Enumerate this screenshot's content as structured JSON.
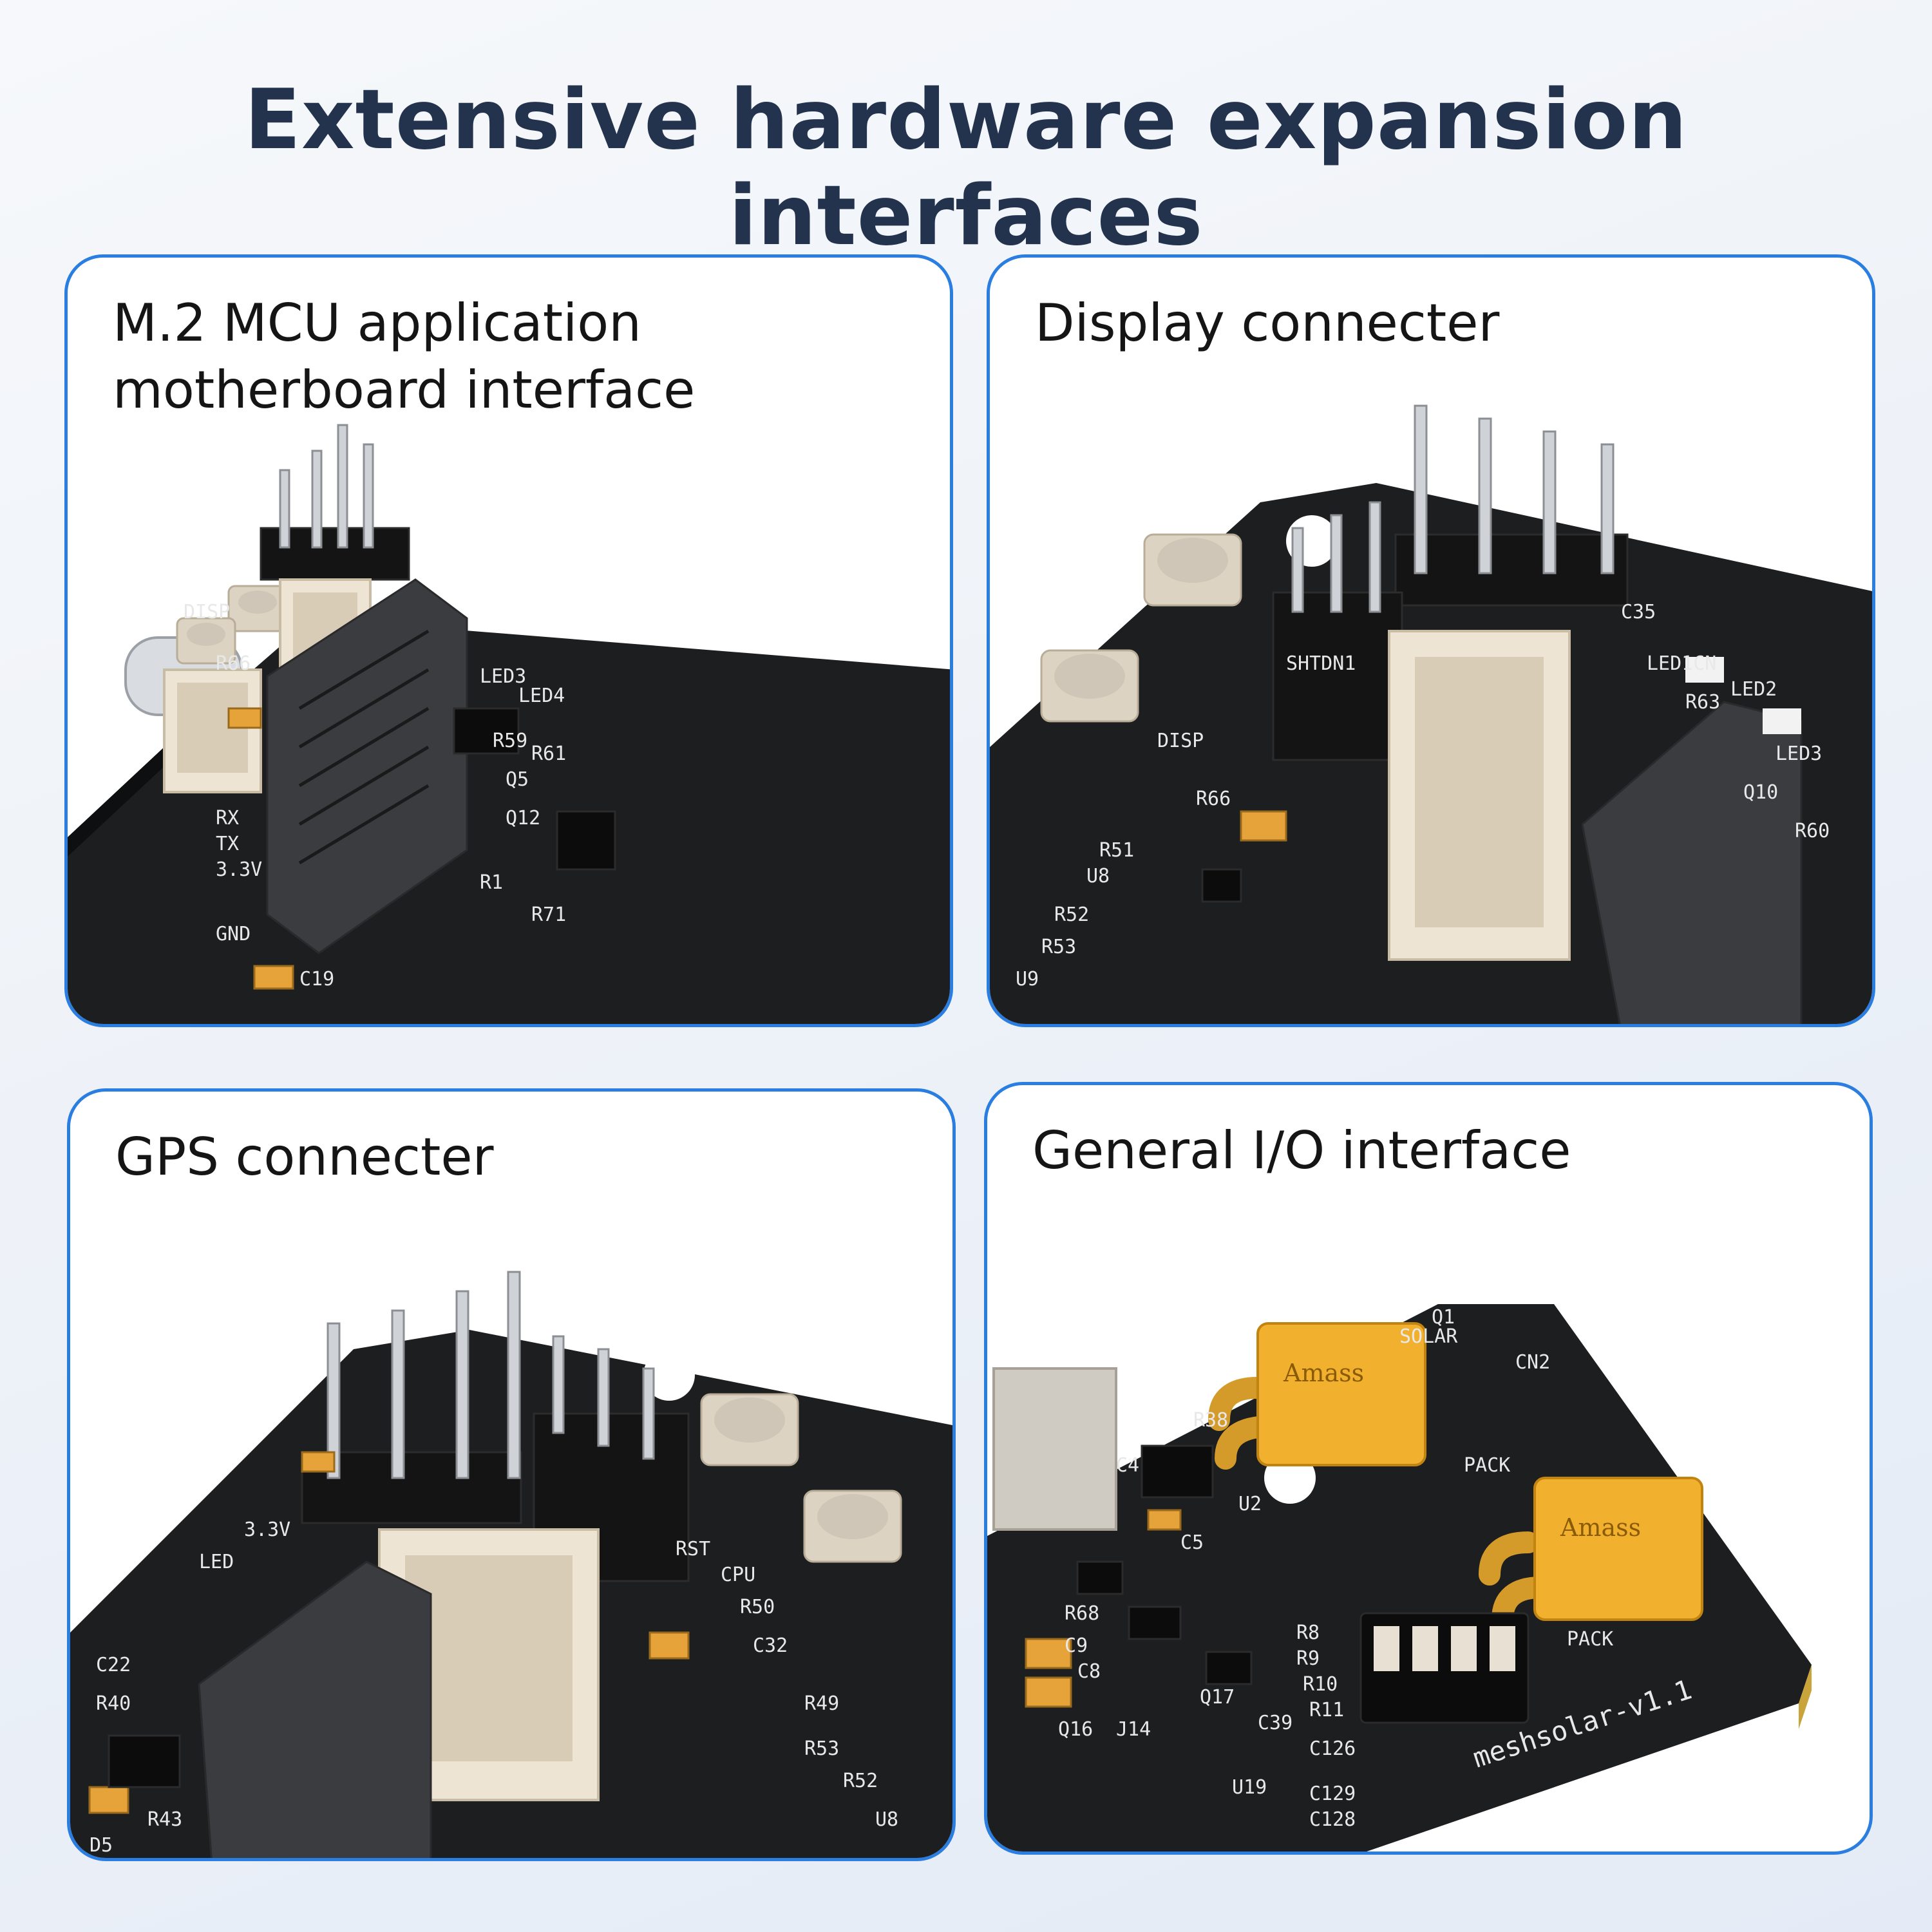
{
  "title": "Extensive hardware expansion interfaces",
  "colors": {
    "title": "#23324d",
    "card_border": "#2a7de1",
    "pcb": "#1d1e20",
    "connector": "#eee4d4",
    "xt_connector": "#f2b02f"
  },
  "cards": [
    {
      "label_lines": [
        "M.2 MCU application",
        "motherboard interface"
      ],
      "board_marks": [
        "DISP",
        "R66",
        "LED3",
        "LED4",
        "R59",
        "R61",
        "Q5",
        "Q12",
        "R1",
        "R71",
        "3.3V",
        "GND",
        "TX",
        "RX",
        "C19"
      ]
    },
    {
      "label_lines": [
        "Display connecter"
      ],
      "board_marks": [
        "SHTDN1",
        "DISP",
        "R66",
        "C35",
        "LED1CN",
        "LED2",
        "LED3",
        "R63",
        "Q10",
        "R51",
        "U8",
        "R52",
        "R53",
        "U9",
        "R60"
      ]
    },
    {
      "label_lines": [
        "GPS connecter"
      ],
      "board_marks": [
        "3.3V",
        "LED",
        "RST",
        "CPU",
        "R50",
        "C32",
        "C22",
        "R40",
        "R43",
        "D5",
        "R49",
        "R53",
        "R52",
        "U8"
      ]
    },
    {
      "label_lines": [
        "General I/O interface"
      ],
      "board_marks": [
        "SOLAR",
        "CN2",
        "PACK",
        "PACK",
        "Q1",
        "R38",
        "C4",
        "U2",
        "C5",
        "R68",
        "C9",
        "C8",
        "Q16",
        "J14",
        "Q17",
        "C39",
        "U19",
        "R8",
        "R9",
        "R10",
        "R11",
        "C126",
        "C129",
        "C128",
        "meshsolar-v1.1"
      ],
      "connector_brand": "Amass"
    }
  ]
}
